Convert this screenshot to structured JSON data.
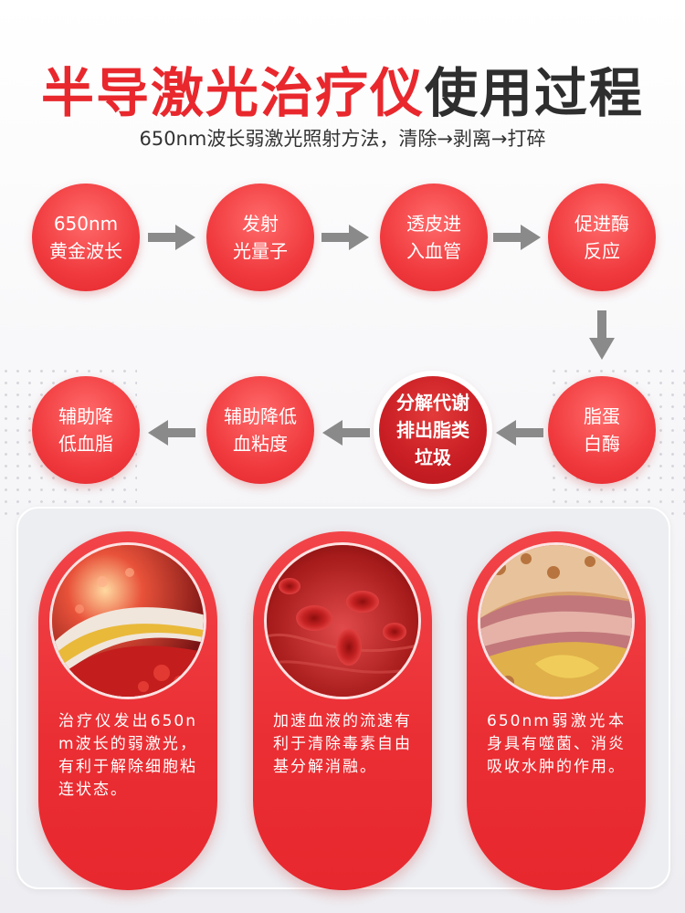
{
  "title": {
    "part1": "半导激光治疗仪",
    "part2": "使用过程"
  },
  "subtitle": "650nm波长弱激光照射方法，清除→剥离→打碎",
  "flow": {
    "step1": "650nm\n黄金波长",
    "step2": "发射\n光量子",
    "step3": "透皮进\n入血管",
    "step4": "促进酶\n反应",
    "step5": "脂蛋\n白酶",
    "step6": "分解代谢\n排出脂类\n垃圾",
    "step7": "辅助降低\n血粘度",
    "step8": "辅助降\n低血脂"
  },
  "cards": [
    {
      "image": "artery-plaque-illustration",
      "text": "治疗仪发出650nm波长的弱激光，有利于解除细胞粘连状态。"
    },
    {
      "image": "red-blood-cells-illustration",
      "text": "加速血液的流速有利于清除毒素自由基分解消融。"
    },
    {
      "image": "vessel-cross-section-illustration",
      "text": "650nm弱激光本身具有噬菌、消炎吸收水肿的作用。"
    }
  ],
  "colors": {
    "brand_red": "#e8282d",
    "dark_red": "#c81e24",
    "arrow_gray": "#8a8a8a",
    "title_dark": "#2e2e2e"
  }
}
